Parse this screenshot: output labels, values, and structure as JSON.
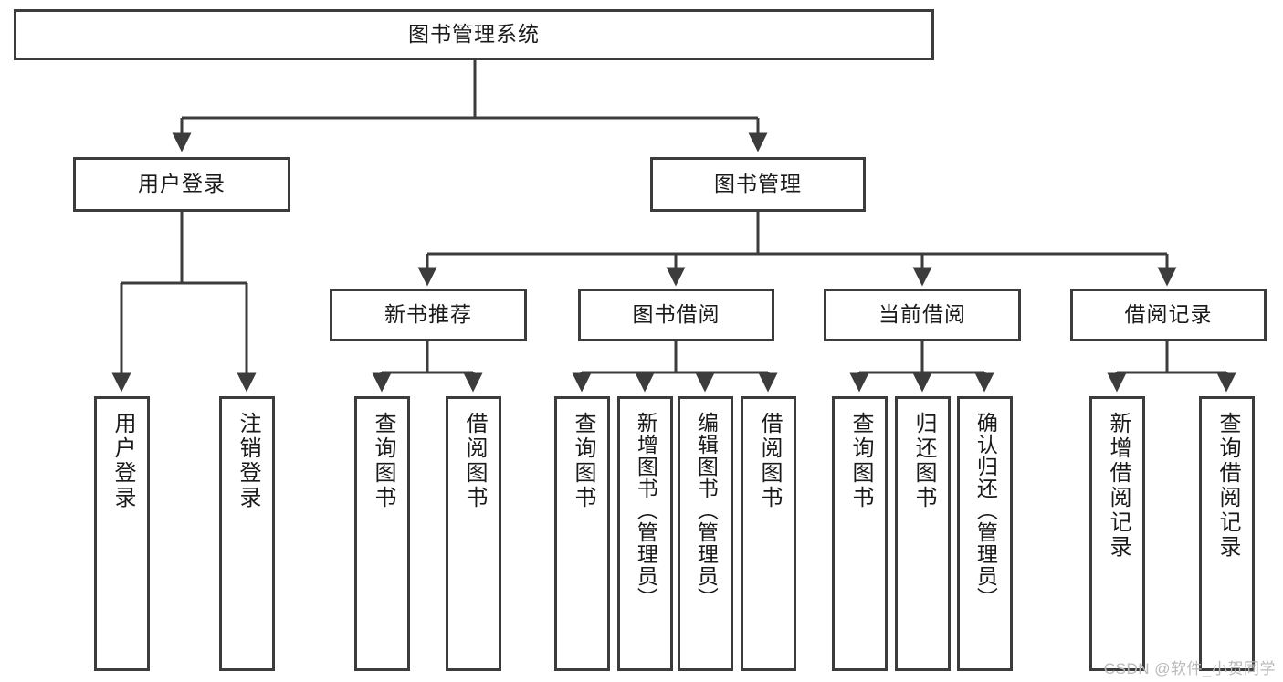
{
  "diagram": {
    "type": "tree",
    "title": "图书管理系统",
    "watermark": "CSDN @软件_小贺同学",
    "colors": {
      "stroke": "#3c3c3c",
      "fill": "#ffffff",
      "text": "#1a1a1a",
      "watermark": "#b9b9b9"
    },
    "nodes": {
      "root": {
        "label": "图书管理系统"
      },
      "level1": [
        {
          "label": "用户登录"
        },
        {
          "label": "图书管理"
        }
      ],
      "level2": [
        {
          "label": "新书推荐"
        },
        {
          "label": "图书借阅"
        },
        {
          "label": "当前借阅"
        },
        {
          "label": "借阅记录"
        }
      ],
      "leaves_user_login": [
        {
          "label": "用户登录"
        },
        {
          "label": "注销登录"
        }
      ],
      "leaves_new_book": [
        {
          "label": "查询图书"
        },
        {
          "label": "借阅图书"
        }
      ],
      "leaves_borrow": [
        {
          "label": "查询图书"
        },
        {
          "label": "新增图书（管理员）"
        },
        {
          "label": "编辑图书（管理员）"
        },
        {
          "label": "借阅图书"
        }
      ],
      "leaves_current": [
        {
          "label": "查询图书"
        },
        {
          "label": "归还图书"
        },
        {
          "label": "确认归还（管理员）"
        }
      ],
      "leaves_record": [
        {
          "label": "新增借阅记录"
        },
        {
          "label": "查询借阅记录"
        }
      ]
    }
  }
}
